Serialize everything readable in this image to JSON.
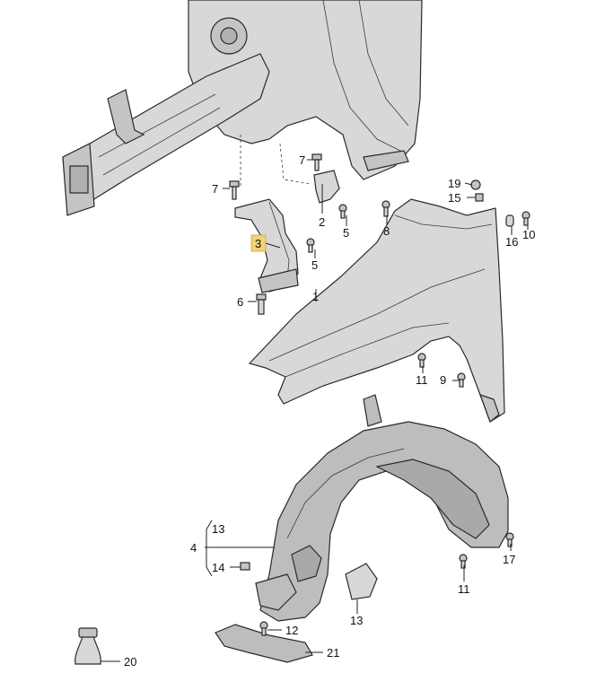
{
  "callouts": {
    "c1": "1",
    "c2": "2",
    "c3": "3",
    "c4": "4",
    "c5a": "5",
    "c5b": "5",
    "c6": "6",
    "c7a": "7",
    "c7b": "7",
    "c8": "8",
    "c9": "9",
    "c10": "10",
    "c11a": "11",
    "c11b": "11",
    "c12": "12",
    "c13a": "13",
    "c13b": "13",
    "c14": "14",
    "c15": "15",
    "c16": "16",
    "c17": "17",
    "c19": "19",
    "c20": "20",
    "c21": "21"
  },
  "colors": {
    "highlight": "#f2d27a",
    "metal": "#d8d8d8",
    "liner": "#bdbdbd"
  }
}
